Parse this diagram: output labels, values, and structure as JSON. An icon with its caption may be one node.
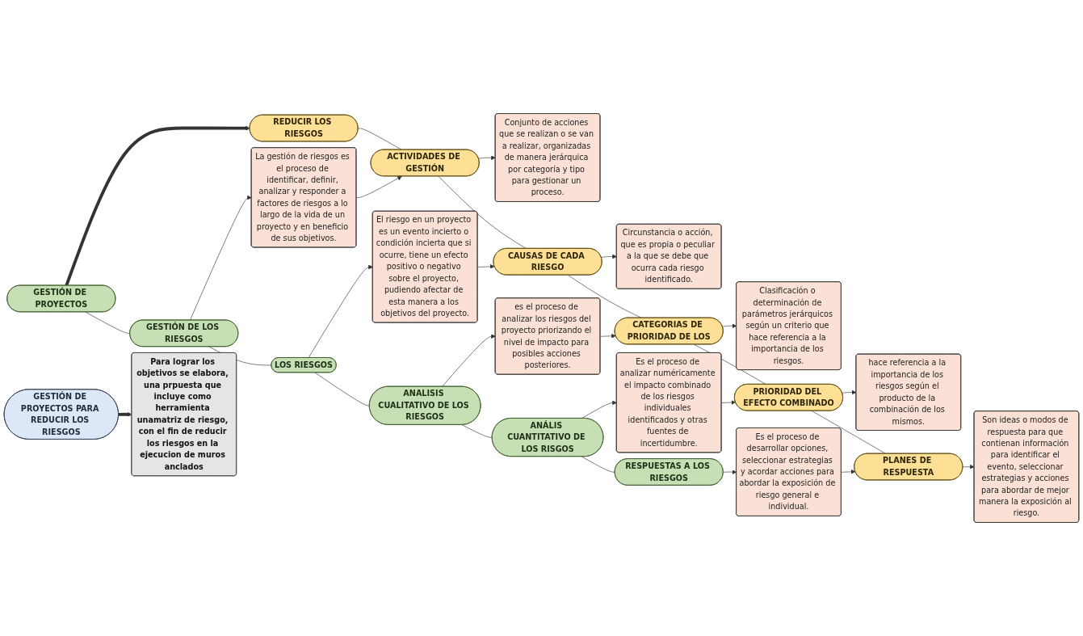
{
  "diagram": {
    "nodes": [
      {
        "text": [
          "GESTIÓN DE PROYECTOS"
        ]
      },
      {
        "text": [
          "REDUCIR LOS RIESGOS"
        ]
      },
      {
        "text": [
          "GESTIÓN DE LOS RIESGOS"
        ]
      },
      {
        "text": [
          "La gestión de riesgos es el proceso de identificar, definir, analizar y responder a factores de riesgos a lo largo de la vida de un proyecto y en beneficio de sus objetivos."
        ]
      },
      {
        "text": [
          "ACTIVIDADES DE GESTIÓN"
        ]
      },
      {
        "text": [
          "Conjunto de acciones que se realizan o se van a realizar, organizadas de manera jerárquica por categoría y tipo para gestionar un proceso."
        ]
      },
      {
        "text": [
          "LOS RIESGOS"
        ]
      },
      {
        "text": [
          "El riesgo en un proyecto es un evento incierto o condición incierta que si ocurre, tiene un efecto positivo o negativo sobre el proyecto, pudiendo afectar de esta manera a los objetivos del proyecto."
        ]
      },
      {
        "text": [
          "CAUSAS DE CADA RIESGO"
        ]
      },
      {
        "text": [
          "Circunstancia o acción, que es propia o peculiar a la que se debe que ocurra cada riesgo identificado."
        ]
      },
      {
        "text": [
          "ANALISIS CUALITATIVO DE LOS RIESGOS"
        ]
      },
      {
        "text": [
          "es el proceso de analizar los riesgos del proyecto priorizando el nivel de impacto para posibles acciones posteriores."
        ]
      },
      {
        "text": [
          "CATEGORIAS DE PRIORIDAD DE LOS"
        ]
      },
      {
        "text": [
          "Clasificación o determinación de parámetros jerárquicos según un criterio que hace referencia a la importancia de los riesgos."
        ]
      },
      {
        "text": [
          "ANÁLIS CUANTITATIVO DE LOS RISGOS"
        ]
      },
      {
        "text": [
          "Es el proceso de analizar numéricamente el impacto combinado de los riesgos individuales identificados y otras fuentes de incertidumbre."
        ]
      },
      {
        "text": [
          "PRIORIDAD DEL EFECTO COMBINADO"
        ]
      },
      {
        "text": [
          "hace referencia a la importancia de los riesgos según el producto de la combinación de los mismos."
        ]
      },
      {
        "text": [
          "RESPUESTAS A LOS RIESGOS"
        ]
      },
      {
        "text": [
          "Es el proceso de desarrollar opciones, seleccionar estrategias y acordar acciones para abordar la exposición de riesgo general e individual."
        ]
      },
      {
        "text": [
          "PLANES DE RESPUESTA"
        ]
      },
      {
        "text": [
          "Son ideas o modos de respuesta para que contienan información para identificar el evento, seleccionar estrategias y acciones para abordar de mejor manera la exposición al riesgo."
        ]
      },
      {
        "text": [
          "GESTIÓN DE PROYECTOS PARA REDUCIR LOS RIESGOS"
        ]
      },
      {
        "text": [
          "Para lograr los objetivos se elabora, una prpuesta que incluye como herramienta unamatriz de riesgo, con el fin de reducir los riesgos en la ejecucion de muros anclados"
        ]
      }
    ],
    "edges": [
      {
        "from": 0,
        "to": 1,
        "arrow": "to",
        "style": "thick"
      },
      {
        "from": 0,
        "to": 2,
        "arrow": "none"
      },
      {
        "from": 2,
        "to": 3,
        "arrow": "to"
      },
      {
        "from": 3,
        "to": 4,
        "arrow": "to"
      },
      {
        "from": 4,
        "to": 5,
        "arrow": "to"
      },
      {
        "from": 1,
        "to": 4,
        "arrow": "none"
      },
      {
        "from": 2,
        "to": 6,
        "arrow": "none"
      },
      {
        "from": 6,
        "to": 7,
        "arrow": "to"
      },
      {
        "from": 7,
        "to": 8,
        "arrow": "to"
      },
      {
        "from": 8,
        "to": 9,
        "arrow": "to"
      },
      {
        "from": 4,
        "to": 8,
        "arrow": "none"
      },
      {
        "from": 6,
        "to": 10,
        "arrow": "none"
      },
      {
        "from": 10,
        "to": 11,
        "arrow": "to"
      },
      {
        "from": 11,
        "to": 12,
        "arrow": "to"
      },
      {
        "from": 12,
        "to": 13,
        "arrow": "to"
      },
      {
        "from": 8,
        "to": 12,
        "arrow": "none"
      },
      {
        "from": 10,
        "to": 14,
        "arrow": "none"
      },
      {
        "from": 14,
        "to": 15,
        "arrow": "to"
      },
      {
        "from": 15,
        "to": 16,
        "arrow": "to"
      },
      {
        "from": 16,
        "to": 17,
        "arrow": "to"
      },
      {
        "from": 12,
        "to": 16,
        "arrow": "none"
      },
      {
        "from": 14,
        "to": 18,
        "arrow": "none"
      },
      {
        "from": 18,
        "to": 19,
        "arrow": "to"
      },
      {
        "from": 19,
        "to": 20,
        "arrow": "to"
      },
      {
        "from": 20,
        "to": 21,
        "arrow": "to"
      },
      {
        "from": 16,
        "to": 20,
        "arrow": "none"
      },
      {
        "from": 22,
        "to": 23,
        "arrow": "to",
        "style": "thick"
      }
    ]
  }
}
